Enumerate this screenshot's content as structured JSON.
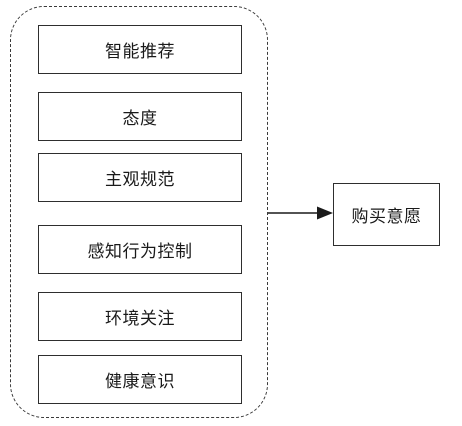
{
  "diagram": {
    "factors": [
      {
        "label": "智能推荐"
      },
      {
        "label": "态度"
      },
      {
        "label": "主观规范"
      },
      {
        "label": "感知行为控制"
      },
      {
        "label": "环境关注"
      },
      {
        "label": "健康意识"
      }
    ],
    "outcome": {
      "label": "购买意愿"
    }
  }
}
